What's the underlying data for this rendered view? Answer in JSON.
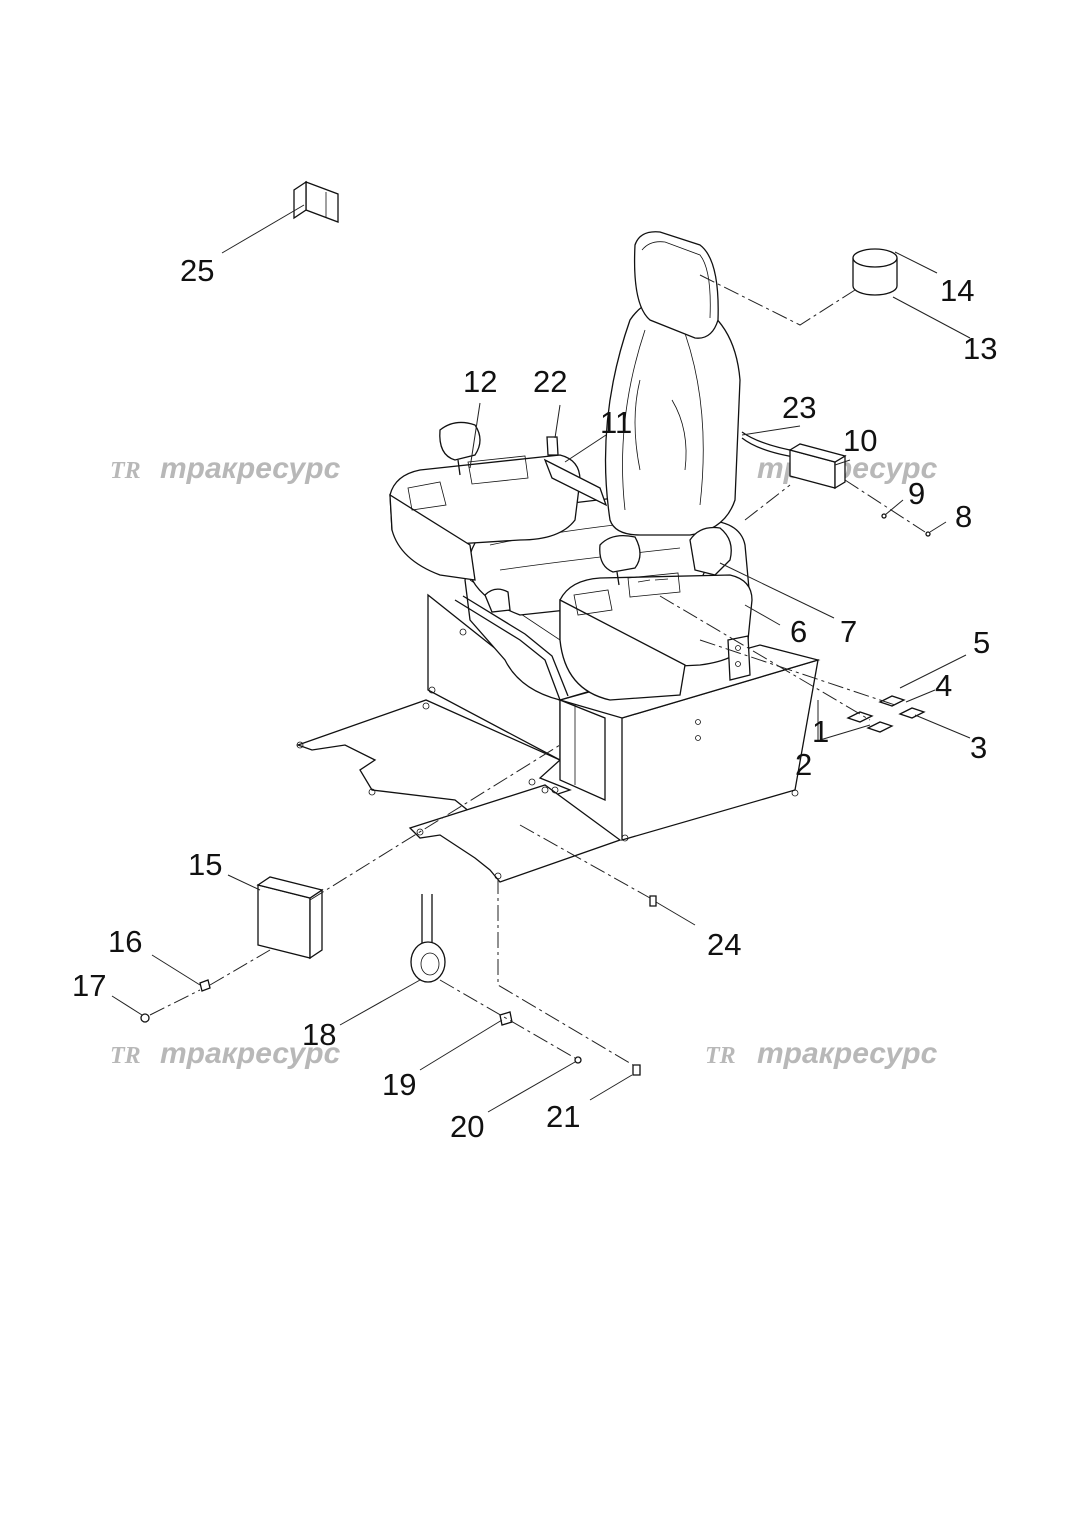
{
  "watermark": {
    "logo": "ТR",
    "text": "тракресурс"
  },
  "labels": [
    {
      "id": "1",
      "text": "1"
    },
    {
      "id": "2",
      "text": "2"
    },
    {
      "id": "3",
      "text": "3"
    },
    {
      "id": "4",
      "text": "4"
    },
    {
      "id": "5",
      "text": "5"
    },
    {
      "id": "6",
      "text": "6"
    },
    {
      "id": "7",
      "text": "7"
    },
    {
      "id": "8",
      "text": "8"
    },
    {
      "id": "9",
      "text": "9"
    },
    {
      "id": "10",
      "text": "10"
    },
    {
      "id": "11",
      "text": "11"
    },
    {
      "id": "12",
      "text": "12"
    },
    {
      "id": "13",
      "text": "13"
    },
    {
      "id": "14",
      "text": "14"
    },
    {
      "id": "15",
      "text": "15"
    },
    {
      "id": "16",
      "text": "16"
    },
    {
      "id": "17",
      "text": "17"
    },
    {
      "id": "18",
      "text": "18"
    },
    {
      "id": "19",
      "text": "19"
    },
    {
      "id": "20",
      "text": "20"
    },
    {
      "id": "21",
      "text": "21"
    },
    {
      "id": "22",
      "text": "22"
    },
    {
      "id": "23",
      "text": "23"
    },
    {
      "id": "24",
      "text": "24"
    },
    {
      "id": "25",
      "text": "25"
    }
  ]
}
